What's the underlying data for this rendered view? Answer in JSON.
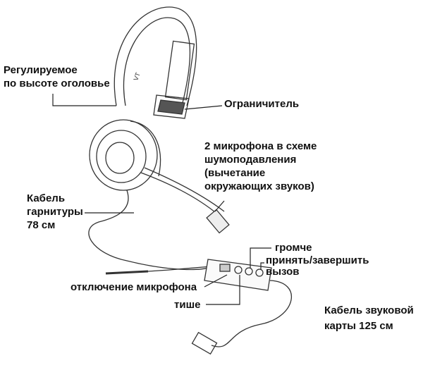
{
  "labels": {
    "headband": [
      "Регулируемое",
      "по высоте оголовье"
    ],
    "limiter": "Ограничитель",
    "mics": [
      "2 микрофона в схеме",
      "шумоподавления",
      "(вычетание",
      "окружающих звуков)"
    ],
    "headset_cable": [
      "Кабель",
      "гарнитуры",
      "78 см"
    ],
    "volume_up": "громче",
    "answer": [
      "принять/завершить",
      "вызов"
    ],
    "mute": "отключение микрофона",
    "volume_down": "тише",
    "soundcard_cable": [
      "Кабель звуковой",
      "карты 125 см"
    ]
  },
  "brand_logo": "VT"
}
